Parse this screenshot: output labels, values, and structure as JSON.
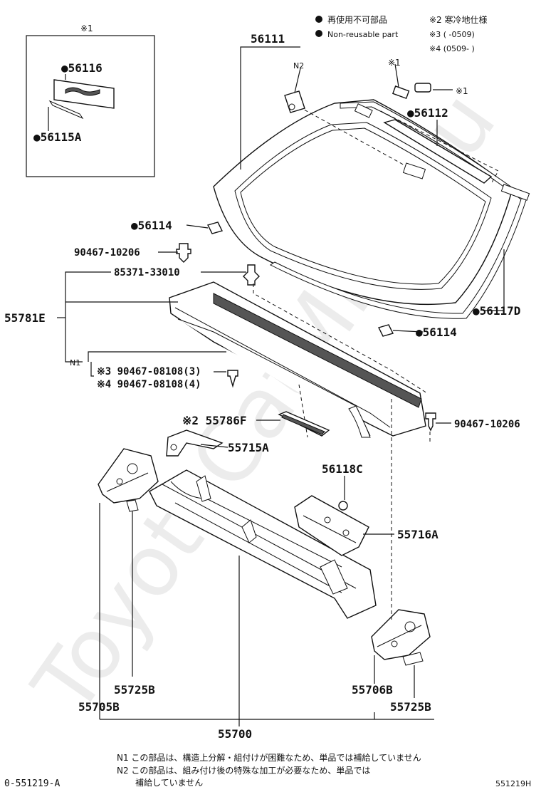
{
  "legend": {
    "bullet_jp": "再使用不可部品",
    "bullet_en": "Non-reusable part",
    "note2": "※2 寒冷地仕様",
    "note3": "※3 (     -0509)",
    "note4": "※4 (0509-     )"
  },
  "inset": {
    "label": "※1",
    "part_a": "●56116",
    "part_b": "●56115A"
  },
  "labels": {
    "p56111": "56111",
    "n2": "N2",
    "star1_top": "※1",
    "star1_right": "※1",
    "p56112": "●56112",
    "p56114_left": "●56114",
    "p90467_10206_left": "90467-10206",
    "p85371_33010": "85371-33010",
    "p55781e": "55781E",
    "n1": "N1",
    "p90467_08108_3": "※3 90467-08108(3)",
    "p90467_08108_4": "※4 90467-08108(4)",
    "p56117d": "●56117D",
    "p56114_right": "●56114",
    "p55786f": "※2 55786F",
    "p90467_10206_right": "90467-10206",
    "p55715a": "55715A",
    "p56118c": "56118C",
    "p55716a": "55716A",
    "p55725b_left": "55725B",
    "p55705b": "55705B",
    "p55706b": "55706B",
    "p55725b_right": "55725B",
    "p55700": "55700"
  },
  "footnotes": {
    "n1": "N1 この部品は、構造上分解・組付けが困難なため、単品では補給していません",
    "n2_line1": "N2  この部品は、組み付け後の特殊な加工が必要なため、単品では",
    "n2_line2": "補給していません"
  },
  "footer": {
    "left_code": "0-551219-A",
    "right_code": "551219H"
  },
  "watermark": "ToyotaCatMine.ru"
}
